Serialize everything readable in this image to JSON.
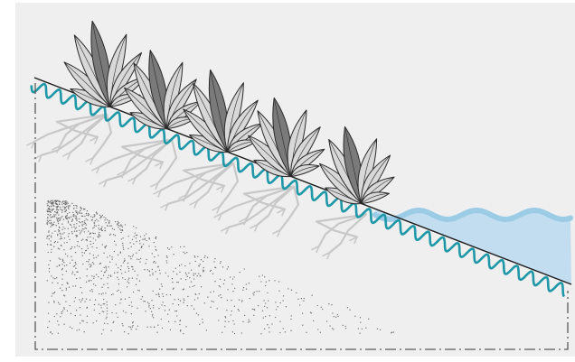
{
  "diagram": {
    "kind": "illustration",
    "subject": "vegetated-slope-with-erosion-control-and-water",
    "elements": [
      "background-panel",
      "slope-line",
      "erosion-control-wave",
      "plant-clumps",
      "root-system",
      "water-body",
      "sand-stipple",
      "section-outline"
    ],
    "plant_count": 5,
    "colors": {
      "background": "#efefef",
      "outer_background": "#ffffff",
      "slope_line": "#1a1a1a",
      "erosion_wave": "#1e98a8",
      "water_fill": "#c2ddef",
      "water_wave": "#9ccbe6",
      "leaf_dark": "#7a7a7a",
      "leaf_light": "#d8d8d8",
      "leaf_stroke": "#2a2a2a",
      "roots": "#c8c8c8",
      "stipple": "#6a6a6a",
      "outline": "#5a5a5a"
    }
  }
}
